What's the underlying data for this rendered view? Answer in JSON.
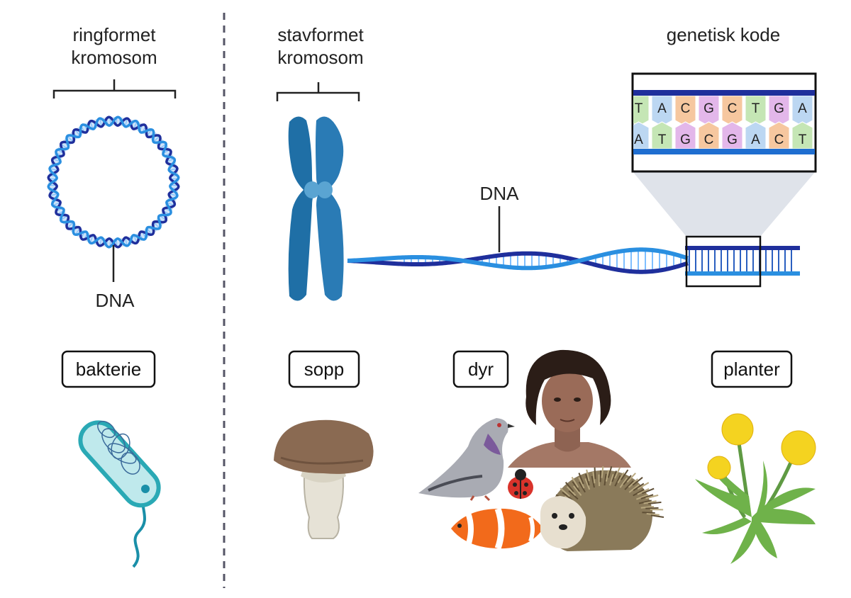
{
  "labels": {
    "ring_chromosome": [
      "ringformet",
      "kromosom"
    ],
    "rod_chromosome": [
      "stavformet",
      "kromosom"
    ],
    "genetic_code": "genetisk kode",
    "dna_left": "DNA",
    "dna_right": "DNA"
  },
  "organisms": {
    "bacteria": "bakterie",
    "fungi": "sopp",
    "animals": "dyr",
    "plants": "planter"
  },
  "genetic_code": {
    "top_strand": [
      "T",
      "A",
      "C",
      "G",
      "C",
      "T",
      "G",
      "A"
    ],
    "bottom_strand": [
      "A",
      "T",
      "G",
      "C",
      "G",
      "A",
      "C",
      "T"
    ]
  },
  "colors": {
    "dna_dark": "#1f2f9c",
    "dna_light": "#2a8fe0",
    "chromosome": "#1f6fa6",
    "divider": "#555566",
    "base_A": "#bcd7f2",
    "base_T": "#c5e6b5",
    "base_G": "#e3b7ea",
    "base_C": "#f6c79f"
  }
}
